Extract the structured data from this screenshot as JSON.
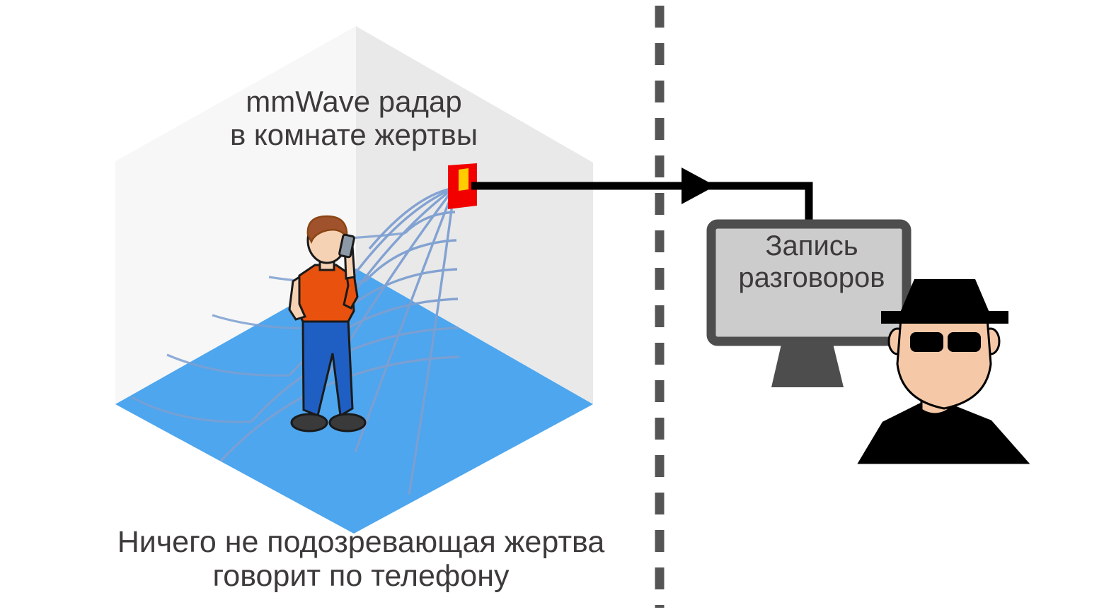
{
  "diagram": {
    "title_text": "mmWave радар в комнате жертвы",
    "labels": {
      "radar_line1": "mmWave радар",
      "radar_line2": "в комнате жертвы",
      "victim_line1": "Ничего не подозревающая жертва",
      "victim_line2": "говорит по телефону",
      "monitor_line1": "Запись",
      "monitor_line2": "разговоров"
    },
    "colors": {
      "text": "#3d3a3a",
      "floor": "#4da6ee",
      "wall_left": "#f7f7f7",
      "wall_right": "#e9e9e9",
      "radar_body": "#f20000",
      "radar_chip": "#ffcc00",
      "radar_waves": "#7d9fd1",
      "shirt": "#e8520e",
      "jeans": "#1f5fc4",
      "hair": "#a0522d",
      "skin": "#f6d2b4",
      "shoes": "#3a3a3a",
      "monitor_frame": "#4d4d4d",
      "monitor_screen": "#cccccc",
      "monitor_stand": "#4d4d4d",
      "spy_black": "#000000",
      "spy_skin": "#f5c9a8",
      "divider": "#555555",
      "arrow": "#000000"
    },
    "elements": {
      "room": "isometric-room",
      "radar_sensor": "mmwave-radar-sensor",
      "radar_field": "radar-wave-field",
      "victim": "person-on-phone",
      "divider": "dashed-vertical-divider",
      "arrow": "data-flow-arrow",
      "monitor": "recording-monitor",
      "spy": "eavesdropper-figure"
    }
  }
}
